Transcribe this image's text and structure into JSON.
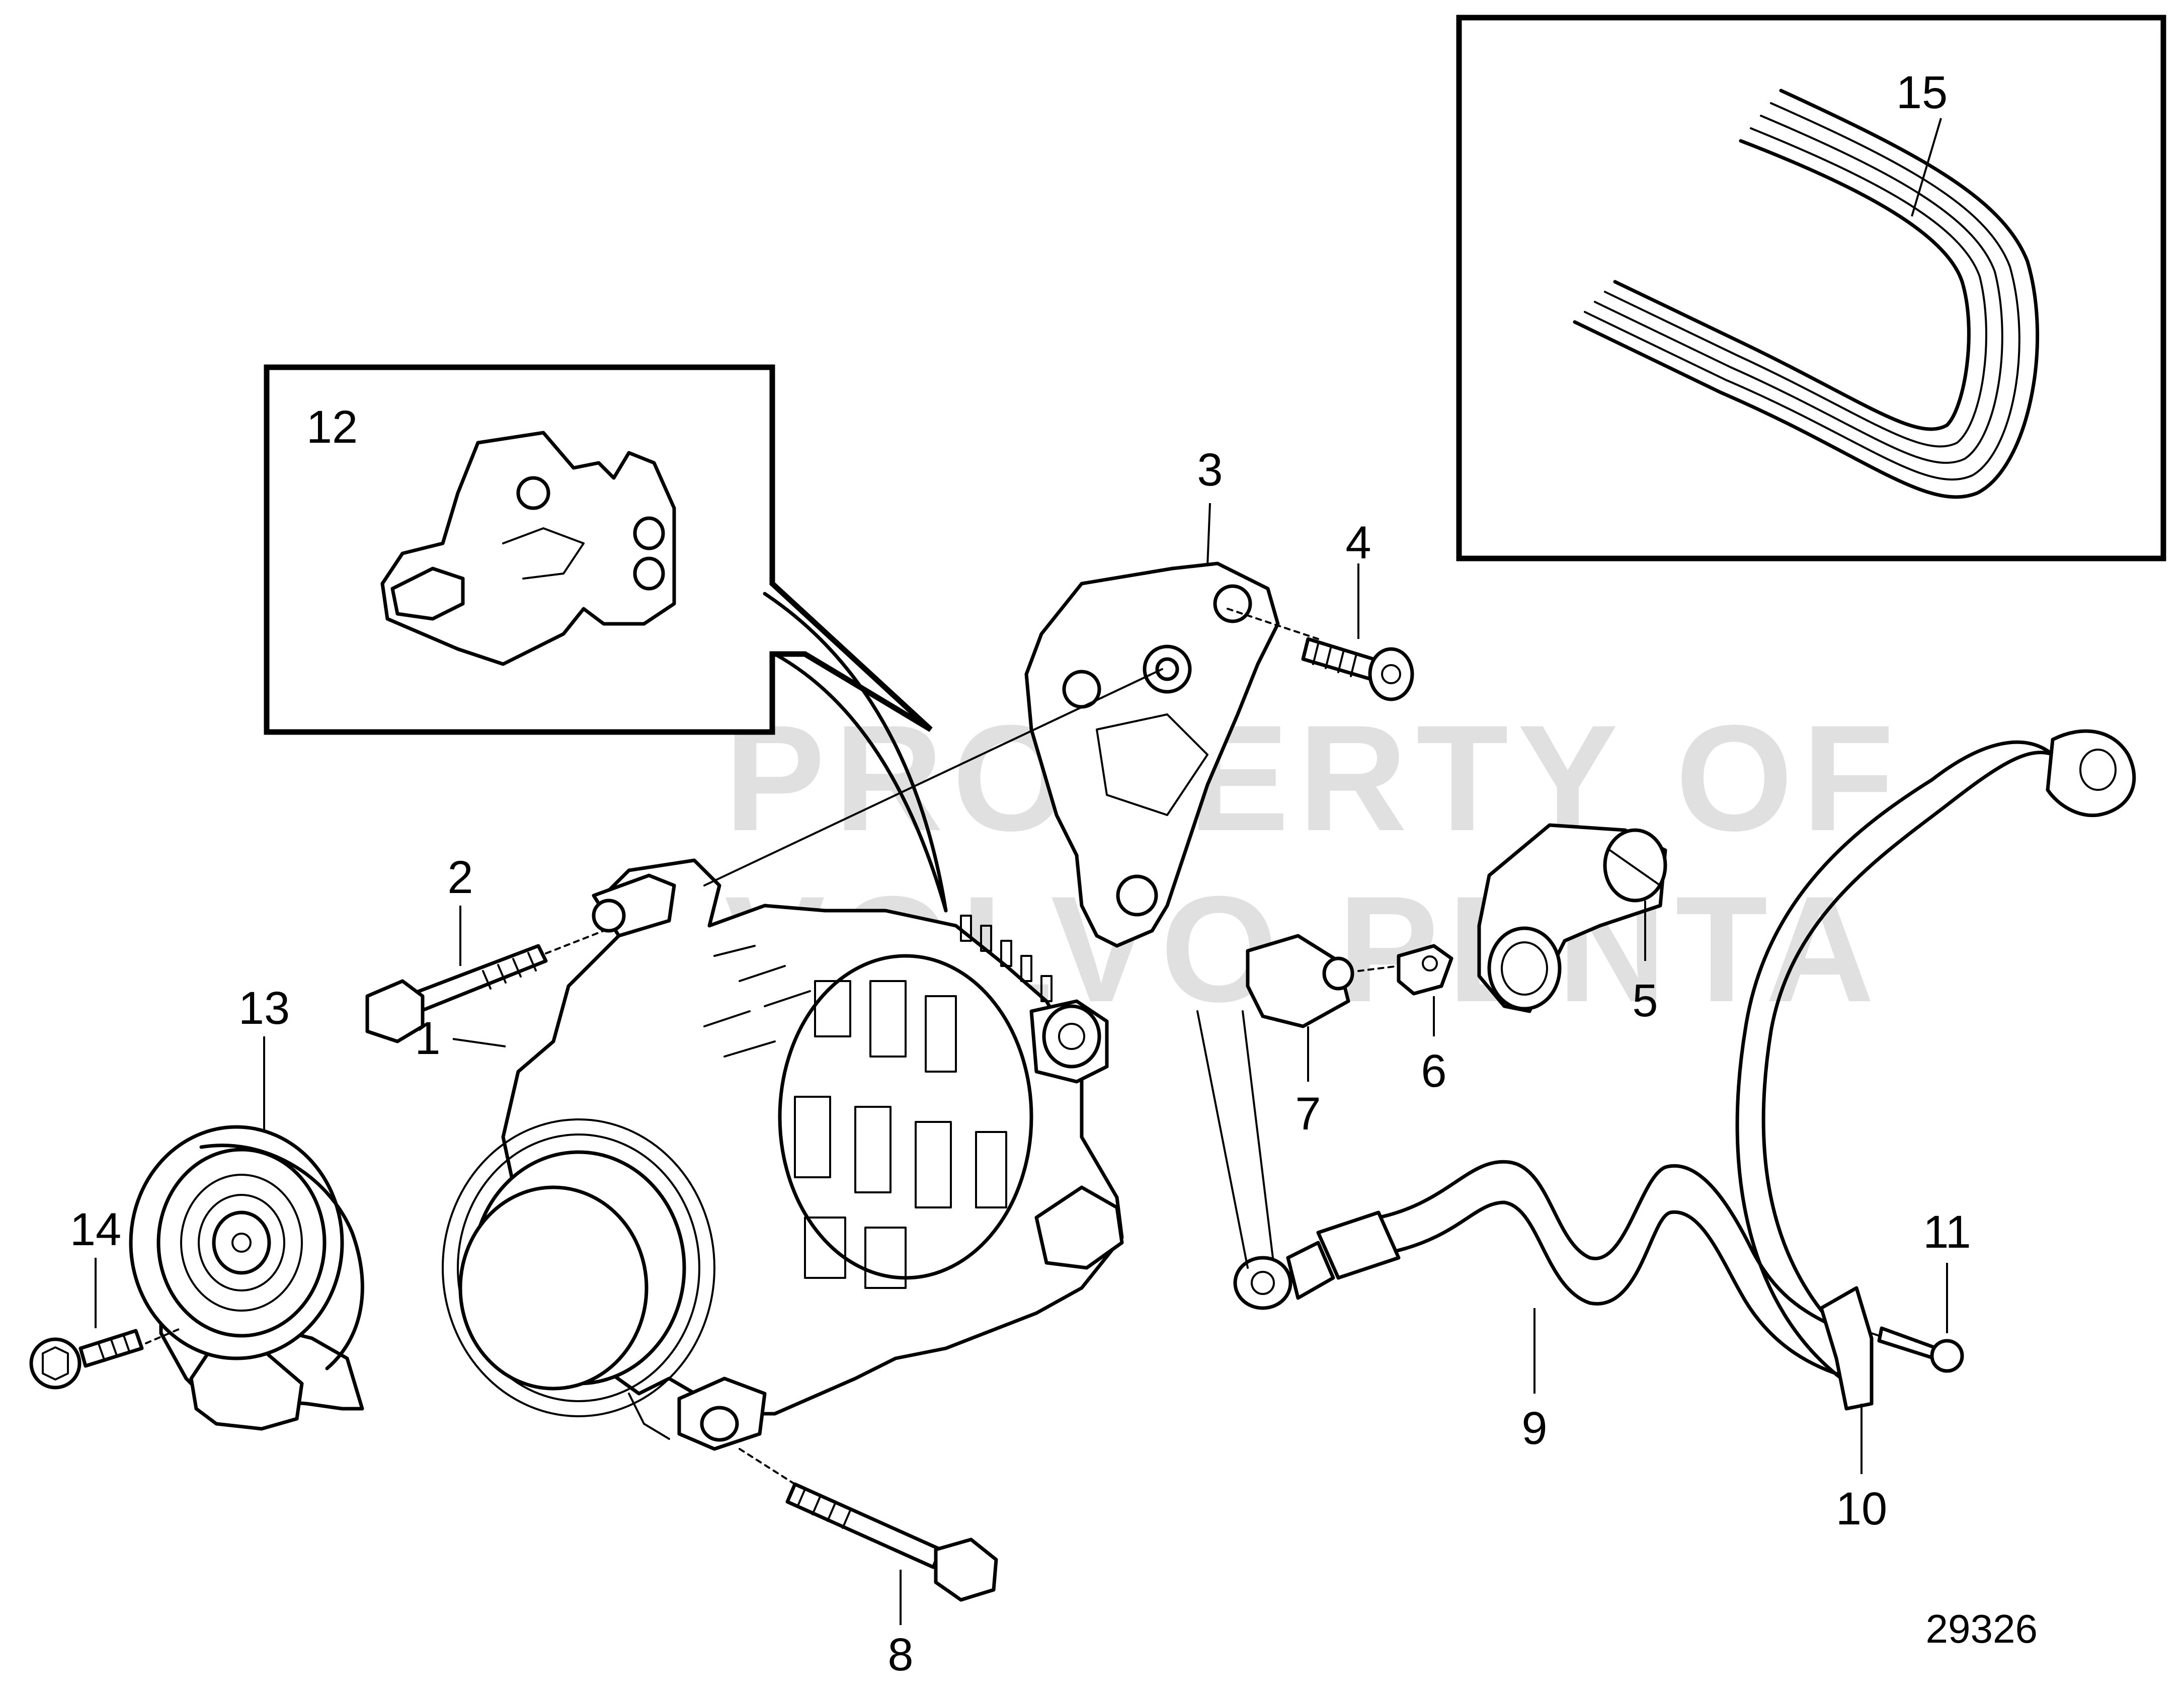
{
  "watermark": {
    "line1": "PROPERTY OF",
    "line2": "VOLVO PENTA"
  },
  "reference_number": "29326",
  "callouts": [
    {
      "id": "1",
      "part": "alternator"
    },
    {
      "id": "2",
      "part": "alternator-upper-bolt"
    },
    {
      "id": "3",
      "part": "mounting-bracket"
    },
    {
      "id": "4",
      "part": "bracket-bolt"
    },
    {
      "id": "5",
      "part": "cable-connector"
    },
    {
      "id": "6",
      "part": "nut"
    },
    {
      "id": "7",
      "part": "spacer-sleeve"
    },
    {
      "id": "8",
      "part": "alternator-lower-bolt"
    },
    {
      "id": "9",
      "part": "charging-cable"
    },
    {
      "id": "10",
      "part": "cable-clamp"
    },
    {
      "id": "11",
      "part": "clamp-screw"
    },
    {
      "id": "12",
      "part": "bracket-detail"
    },
    {
      "id": "13",
      "part": "belt-tensioner"
    },
    {
      "id": "14",
      "part": "tensioner-bolt"
    },
    {
      "id": "15",
      "part": "drive-belt"
    }
  ]
}
